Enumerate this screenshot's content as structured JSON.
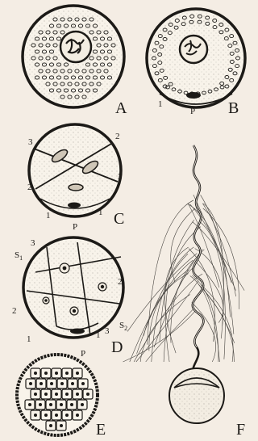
{
  "figure_labels": {
    "A": "A",
    "B": "B",
    "C": "C",
    "D": "D",
    "E": "E",
    "F": "F"
  },
  "annotations": {
    "B": {
      "n1": "1",
      "p": "P"
    },
    "C": {
      "n3a": "3",
      "n2a": "2",
      "n2b": "2",
      "n3b": "3",
      "n1a": "1",
      "n1b": "1",
      "p": "P"
    },
    "D": {
      "s1": "S",
      "s1_sub": "1",
      "n3": "3",
      "n2a": "2",
      "n2b": "2",
      "n1a": "1",
      "n1b": "1",
      "n3b": "3",
      "s2": "S",
      "s2_sub": "2",
      "p": "P"
    }
  },
  "colors": {
    "paper": "#f4ede4",
    "ink": "#1c1a17"
  }
}
